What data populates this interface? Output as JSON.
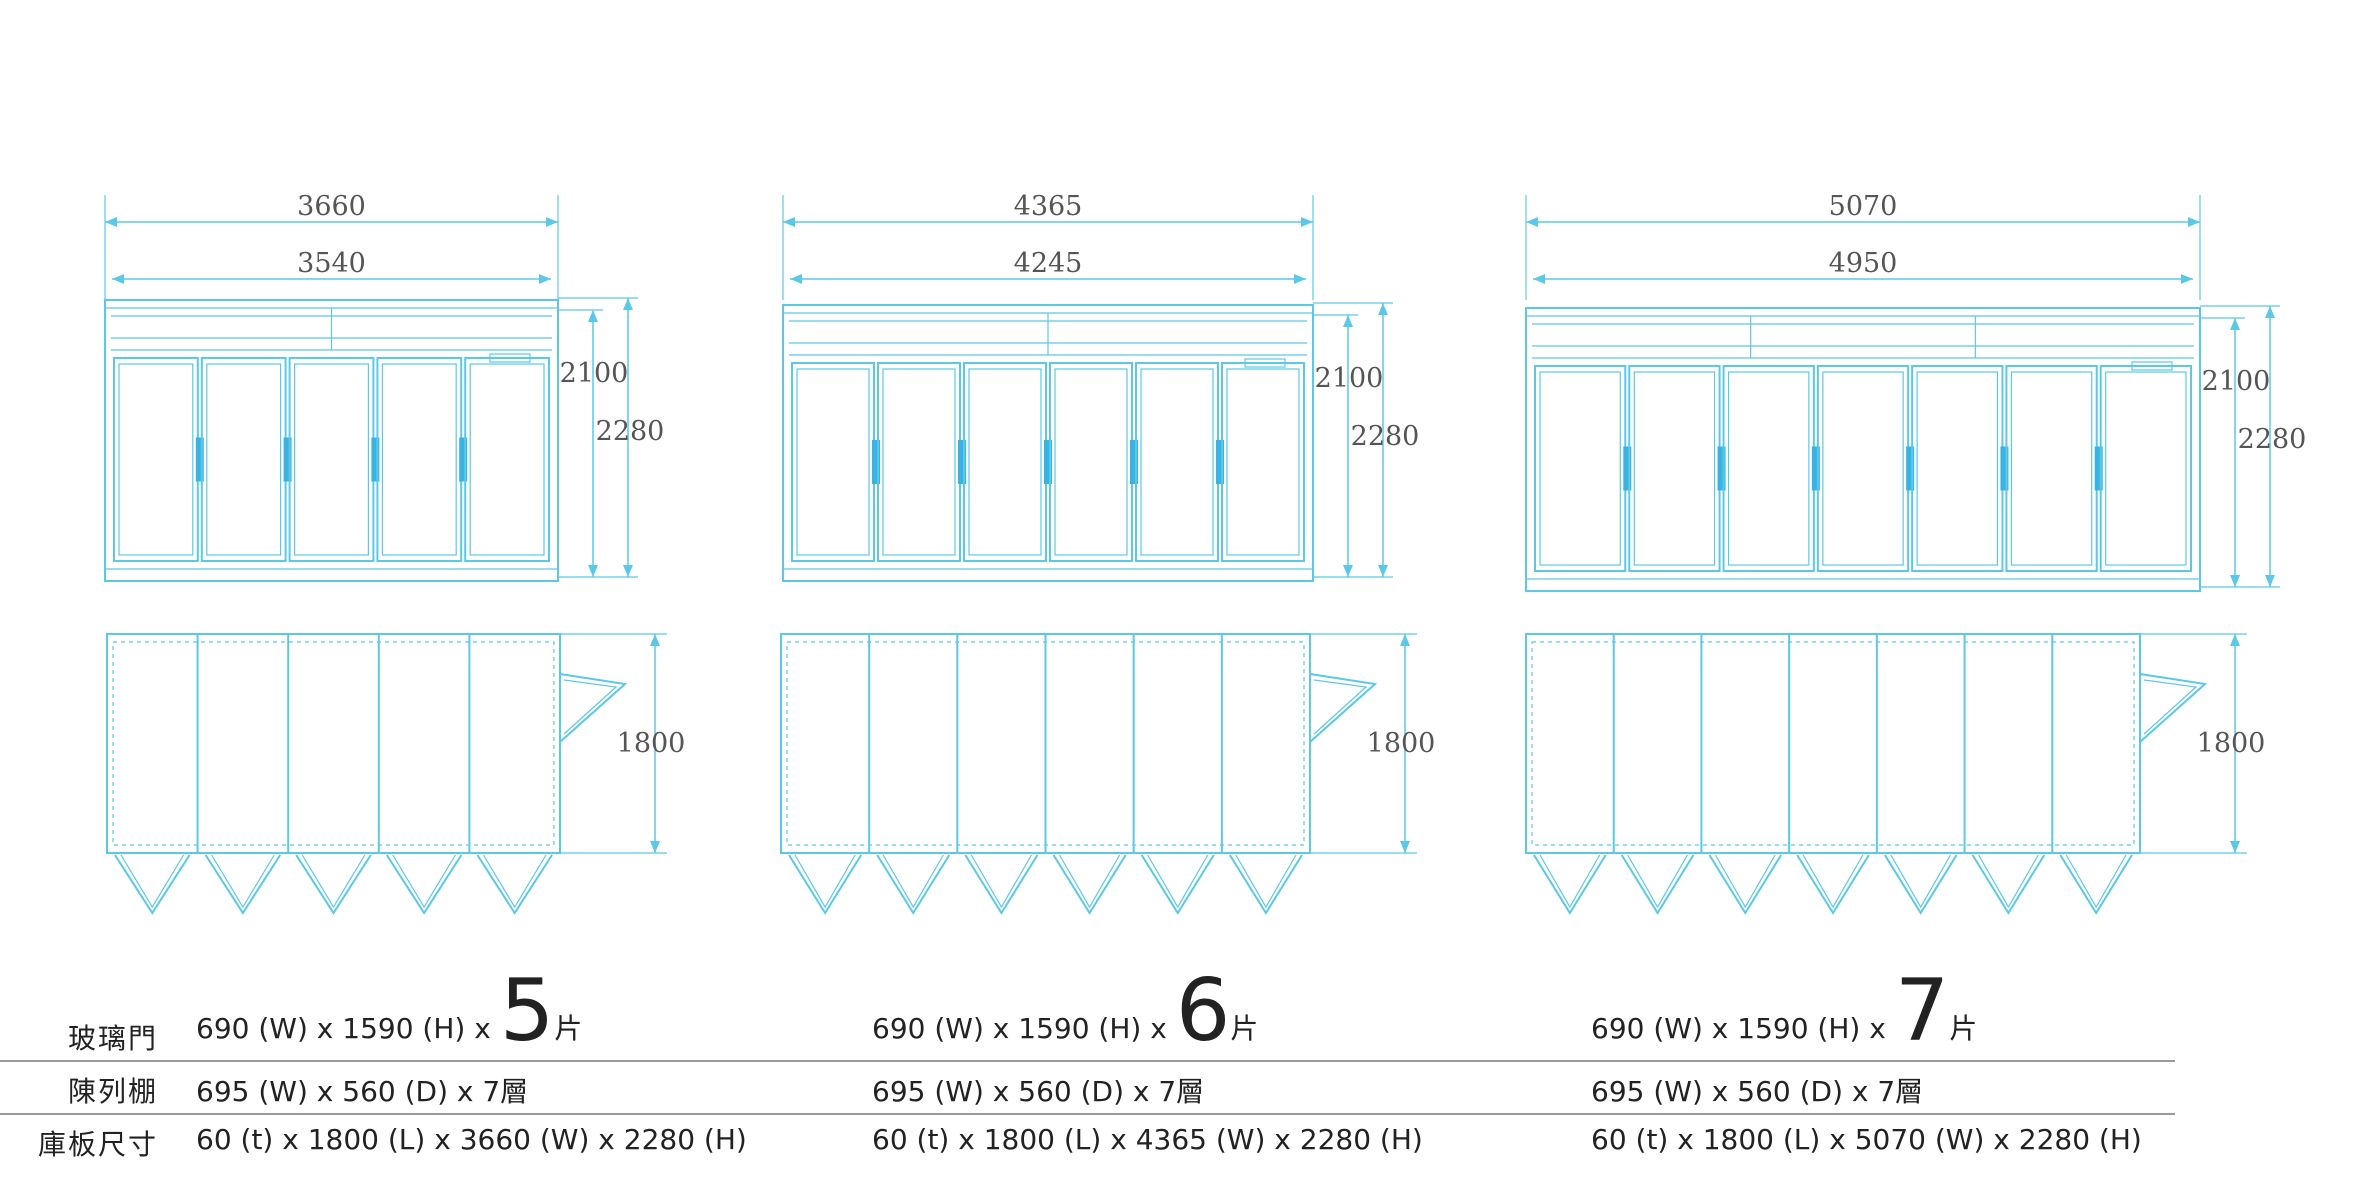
{
  "colors": {
    "line": "#5bc8e8",
    "handle": "#3ab3e3",
    "text": "#222222",
    "dim_text": "#555555",
    "rule": "#9a9a9a"
  },
  "models": [
    {
      "overall_width": "3660",
      "inner_width": "3540",
      "h_inner": "2100",
      "h_total": "2280",
      "depth": "1800",
      "doors": 5
    },
    {
      "overall_width": "4365",
      "inner_width": "4245",
      "h_inner": "2100",
      "h_total": "2280",
      "depth": "1800",
      "doors": 6
    },
    {
      "overall_width": "5070",
      "inner_width": "4950",
      "h_inner": "2100",
      "h_total": "2280",
      "depth": "1800",
      "doors": 7
    }
  ],
  "specs": {
    "labels": [
      "玻璃門",
      "陳列棚",
      "庫板尺寸"
    ],
    "glass_door": {
      "prefix": "690 (W) x 1590 (H) x",
      "counts": [
        "5",
        "6",
        "7"
      ],
      "unit": "片"
    },
    "shelf": [
      "695 (W) x 560 (D) x 7層",
      "695 (W) x 560 (D) x 7層",
      "695 (W) x 560 (D) x 7層"
    ],
    "panel": [
      "60 (t) x 1800 (L) x 3660 (W) x 2280 (H)",
      "60 (t) x 1800 (L) x 4365 (W) x 2280 (H)",
      "60 (t) x 1800 (L) x 5070 (W) x 2280 (H)"
    ]
  }
}
